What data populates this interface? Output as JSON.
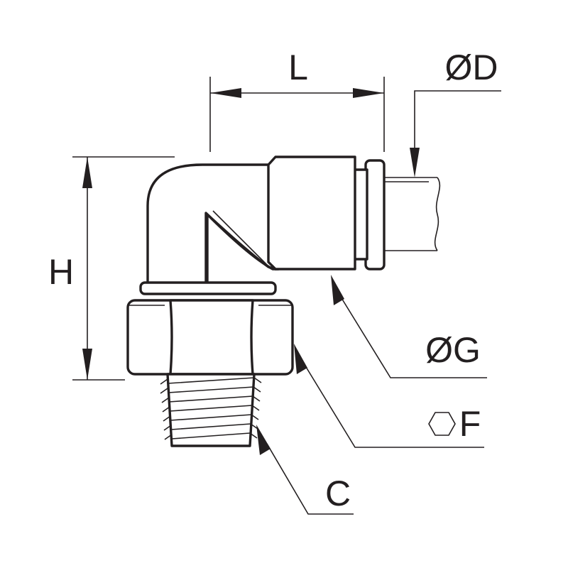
{
  "drawing": {
    "title": "",
    "labels": {
      "length": "L",
      "tube_diameter": "ØD",
      "height": "H",
      "outer_diameter": "ØG",
      "hex_size": "F",
      "thread": "C"
    },
    "icons": {
      "hex_symbol": "hexagon-icon"
    },
    "colors": {
      "line": "#231f20",
      "background": "#ffffff"
    }
  }
}
